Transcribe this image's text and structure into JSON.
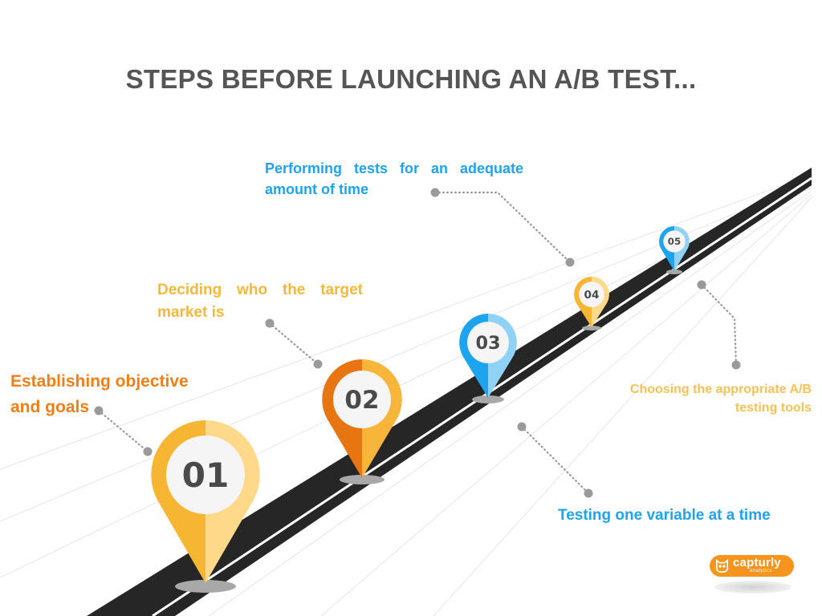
{
  "title": "STEPS BEFORE LAUNCHING AN A/B TEST...",
  "steps": [
    {
      "number": "01",
      "label_lines": [
        "Establishing objective",
        "and goals"
      ],
      "color": "#f6b632",
      "color_light": "#ffd98a"
    },
    {
      "number": "02",
      "label_lines": [
        "Deciding who the target",
        "market is"
      ],
      "color": "#e67512",
      "color_light": "#f7b53a"
    },
    {
      "number": "03",
      "label_lines": [
        "Performing tests for an adequate",
        "amount of time"
      ],
      "color": "#1ea4ee",
      "color_light": "#8fd2f6"
    },
    {
      "number": "04",
      "label_lines": [
        "Testing one variable at a time"
      ],
      "color": "#f6b632",
      "color_light": "#ffd98a"
    },
    {
      "number": "05",
      "label_lines": [
        "Choosing the appropriate A/B",
        "testing tools"
      ],
      "color": "#1ea4ee",
      "color_light": "#8fd2f6"
    }
  ],
  "logo": {
    "name": "capturly",
    "sub": "analytics",
    "color": "#f7941d"
  },
  "colors": {
    "road": "#262626",
    "road_stripe": "#ffffff",
    "connector": "#9a9a9a",
    "number_text": "#4a4a4a"
  }
}
